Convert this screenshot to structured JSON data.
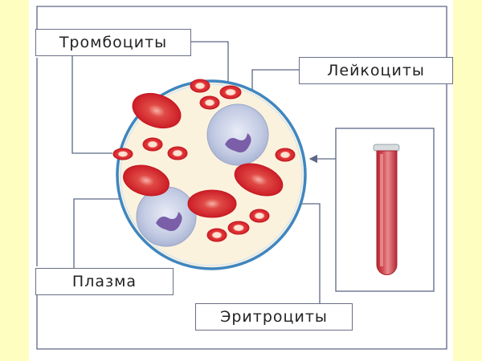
{
  "labels": {
    "platelets": "Тромбоциты",
    "leukocytes": "Лейкоциты",
    "plasma": "Плазма",
    "erythrocytes": "Эритроциты"
  },
  "colors": {
    "outer_background": "#fefec0",
    "panel": "#ffffff",
    "frame_line": "#5d6786",
    "circle_border": "#3f86c0",
    "plasma_fill": "#fbf2dd",
    "rbc": "#d8222a",
    "leukocyte": "#c7cfe6",
    "nucleus": "#7a5ea8",
    "tube_blood": "#c7303a"
  }
}
